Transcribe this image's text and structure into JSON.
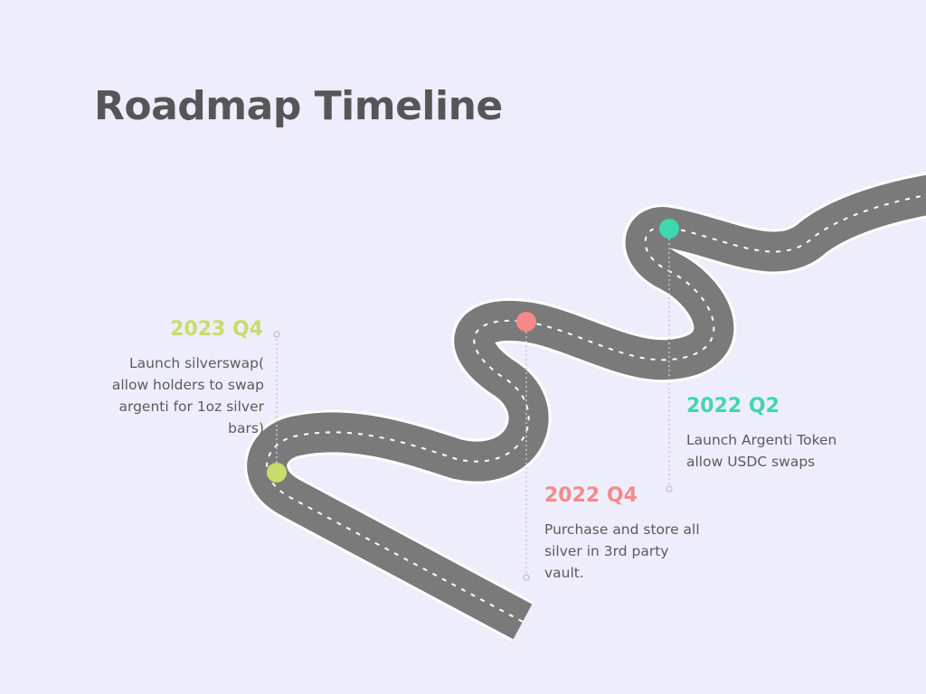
{
  "title": "Roadmap Timeline",
  "colors": {
    "background": "#eeedfc",
    "road": "#7a7a7a",
    "road_edge": "#ffffff",
    "lane_marking": "#ffffff",
    "connector": "#c3c5d8",
    "q4_2023": "#c6dd6a",
    "q4_2022": "#f58a8a",
    "q2_2022": "#3ed7ae"
  },
  "milestones": [
    {
      "id": "2023-q4",
      "year": "2023 Q4",
      "color": "#c6dd6a",
      "description": "Launch silverswap( allow holders to swap argenti for 1oz silver bars)",
      "description_lines": [
        "Launch silverswap(",
        "allow holders to swap",
        "argenti for 1oz silver",
        "bars)"
      ]
    },
    {
      "id": "2022-q4",
      "year": "2022 Q4",
      "color": "#f58a8a",
      "description": "Purchase and store all silver in 3rd party vault.",
      "description_lines": [
        "Purchase and store all",
        "silver in 3rd party",
        "vault."
      ]
    },
    {
      "id": "2022-q2",
      "year": "2022 Q2",
      "color": "#3ed7ae",
      "description": "Launch Argenti Token allow USDC swaps",
      "description_lines": [
        "Launch Argenti Token",
        "allow USDC swaps"
      ]
    }
  ]
}
